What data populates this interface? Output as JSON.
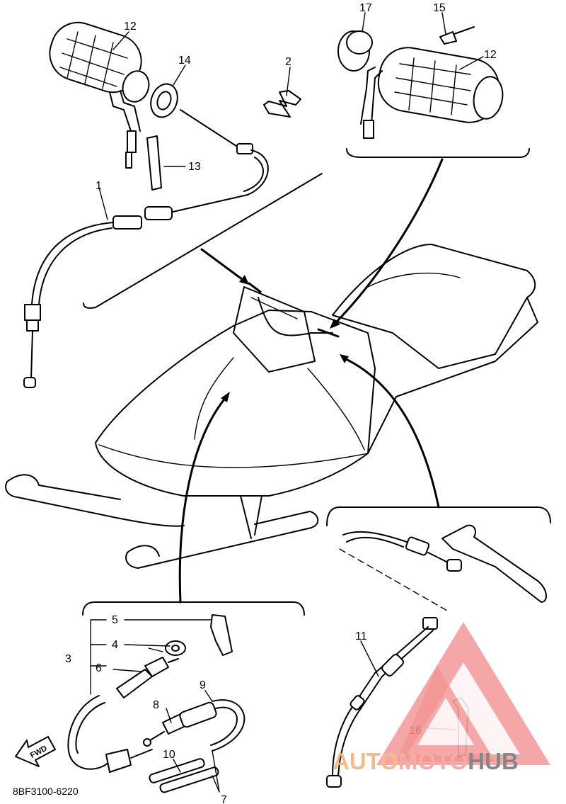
{
  "diagram": {
    "callouts": {
      "c1": "1",
      "c2": "2",
      "c3": "3",
      "c4": "4",
      "c5": "5",
      "c6": "6",
      "c7": "7",
      "c8": "8",
      "c9": "9",
      "c10": "10",
      "c11": "11",
      "c12a": "12",
      "c12b": "12",
      "c13": "13",
      "c14": "14",
      "c15": "15",
      "c16": "16",
      "c17": "17"
    },
    "drawing_code": "8BF3100-6220",
    "fwd_label": "FWD"
  },
  "watermark": {
    "text_auto": "AUTO",
    "text_moto": "MOTO",
    "text_hub": "HUB",
    "colors": {
      "auto": "#f5b37f",
      "moto": "#f6a49c",
      "hub": "#7a7a7a",
      "logo": "#f28b8b"
    }
  }
}
